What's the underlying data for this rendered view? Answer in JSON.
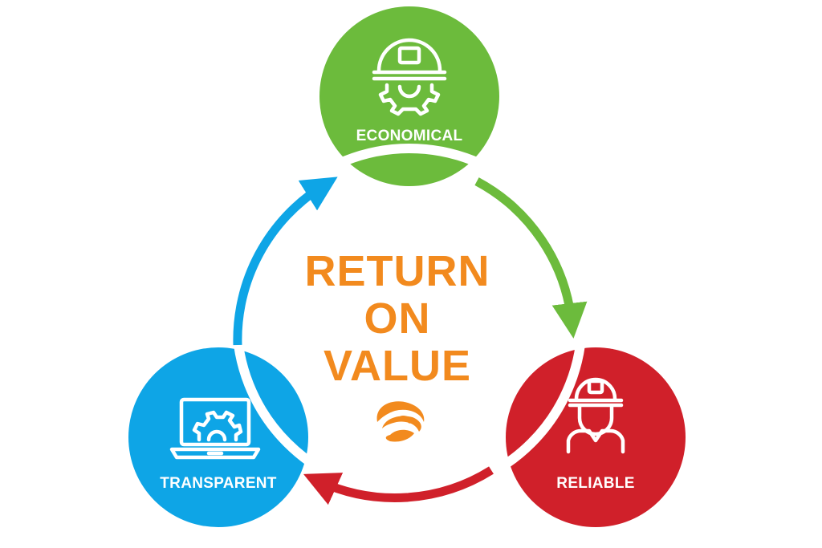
{
  "diagram": {
    "center_title": [
      "RETURN",
      "ON",
      "VALUE"
    ],
    "nodes": [
      {
        "id": "economical",
        "label": "ECONOMICAL",
        "color": "#6cbb3c",
        "icon": "hardhat-gear-icon"
      },
      {
        "id": "reliable",
        "label": "RELIABLE",
        "color": "#d0202a",
        "icon": "worker-hardhat-icon"
      },
      {
        "id": "transparent",
        "label": "TRANSPARENT",
        "color": "#0ea5e6",
        "icon": "laptop-gear-icon"
      }
    ],
    "arrows": [
      {
        "from": "economical",
        "to": "reliable",
        "color": "#6cbb3c"
      },
      {
        "from": "reliable",
        "to": "transparent",
        "color": "#d0202a"
      },
      {
        "from": "transparent",
        "to": "economical",
        "color": "#0ea5e6"
      }
    ],
    "center_title_color": "#f28a1e",
    "logo": {
      "icon": "swirl-logo-icon",
      "color": "#f28a1e"
    }
  }
}
